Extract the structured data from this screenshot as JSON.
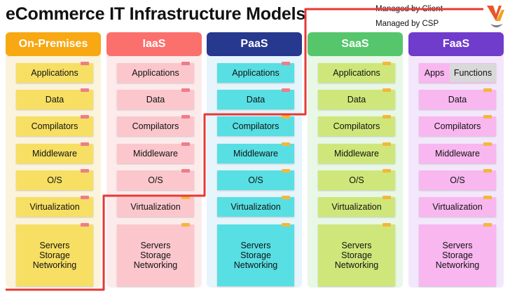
{
  "title": "eCommerce IT Infrastructure Models",
  "legend": {
    "client": "Managed by Client",
    "csp": "Managed by CSP"
  },
  "colors": {
    "client_line": "#e53935"
  },
  "columns": [
    {
      "id": "onprem",
      "header": "On-Premises",
      "header_color": "#f7a813",
      "header_text": "#ffffff",
      "bg": "#fbf3dc",
      "note_color": "#f7df63",
      "tape_color": "#ee7d8a",
      "layers": [
        "Applications",
        "Data",
        "Compilators",
        "Middleware",
        "O/S",
        "Virtualization",
        "Servers\nStorage\nNetworking"
      ]
    },
    {
      "id": "iaas",
      "header": "IaaS",
      "header_color": "#fb6f6c",
      "header_text": "#ffffff",
      "bg": "#fdebec",
      "note_color": "#fbc7cd",
      "tape_color_top": "#ee7d8a",
      "tape_color_bottom": "#f5b73a",
      "layers": [
        "Applications",
        "Data",
        "Compilators",
        "Middleware",
        "O/S",
        "Virtualization",
        "Servers\nStorage\nNetworking"
      ]
    },
    {
      "id": "paas",
      "header": "PaaS",
      "header_color": "#27388f",
      "header_text": "#ffffff",
      "bg": "#e6f4fb",
      "note_color": "#58dfe3",
      "tape_color_top": "#ee7d8a",
      "tape_color_bottom": "#f5b73a",
      "layers": [
        "Applications",
        "Data",
        "Compilators",
        "Middleware",
        "O/S",
        "Virtualization",
        "Servers\nStorage\nNetworking"
      ]
    },
    {
      "id": "saas",
      "header": "SaaS",
      "header_color": "#55c66b",
      "header_text": "#ffffff",
      "bg": "#e8f7e6",
      "note_color": "#cfe77a",
      "tape_color": "#f5b73a",
      "layers": [
        "Applications",
        "Data",
        "Compilators",
        "Middleware",
        "O/S",
        "Virtualization",
        "Servers\nStorage\nNetworking"
      ]
    },
    {
      "id": "faas",
      "header": "FaaS",
      "header_color": "#6f3ccb",
      "header_text": "#ffffff",
      "bg": "#f3e8fb",
      "note_color": "#f9b7ef",
      "tape_color": "#f5b73a",
      "apps_label": "Apps",
      "functions_label": "Functions",
      "layers": [
        "Data",
        "Compilators",
        "Middleware",
        "O/S",
        "Virtualization",
        "Servers\nStorage\nNetworking"
      ]
    }
  ]
}
